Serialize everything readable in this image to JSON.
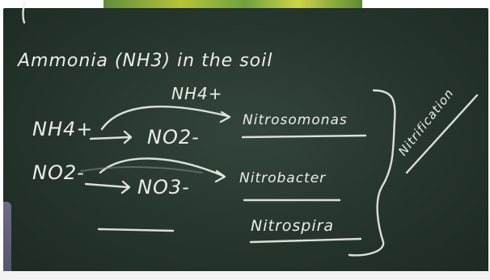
{
  "board": {
    "title": "Ammonia (NH3) in the soil",
    "ammonium_top": "NH4+",
    "row1": {
      "reactant": "NH4+",
      "product": "NO2-",
      "bacterium": "Nitrosomonas"
    },
    "row2": {
      "reactant": "NO2-",
      "product": "NO3-",
      "bacteria": [
        "Nitrobacter",
        "Nitrospira"
      ]
    },
    "side_label": "Nitrification"
  }
}
